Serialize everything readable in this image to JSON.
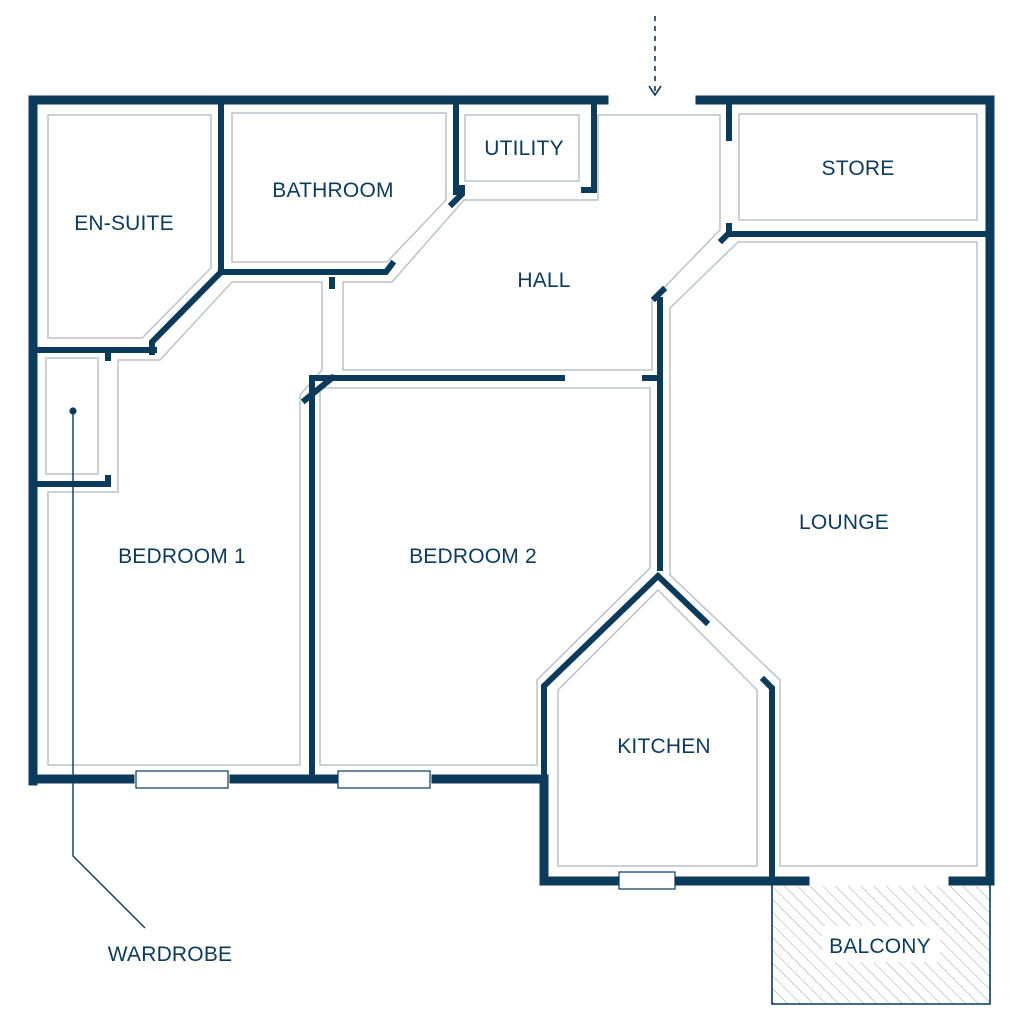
{
  "plan": {
    "rooms": {
      "en_suite": "EN-SUITE",
      "bathroom": "BATHROOM",
      "utility": "UTILITY",
      "store": "STORE",
      "hall": "HALL",
      "bedroom_1": "BEDROOM 1",
      "bedroom_2": "BEDROOM 2",
      "lounge": "LOUNGE",
      "kitchen": "KITCHEN",
      "balcony": "BALCONY"
    },
    "callouts": {
      "wardrobe": "WARDROBE"
    },
    "colors": {
      "wall": "#0b3a5b",
      "inner_outline": "#b9c3cb",
      "hatch": "#9aa3aa"
    },
    "icons": {
      "entrance": "entrance-arrow-icon"
    }
  }
}
